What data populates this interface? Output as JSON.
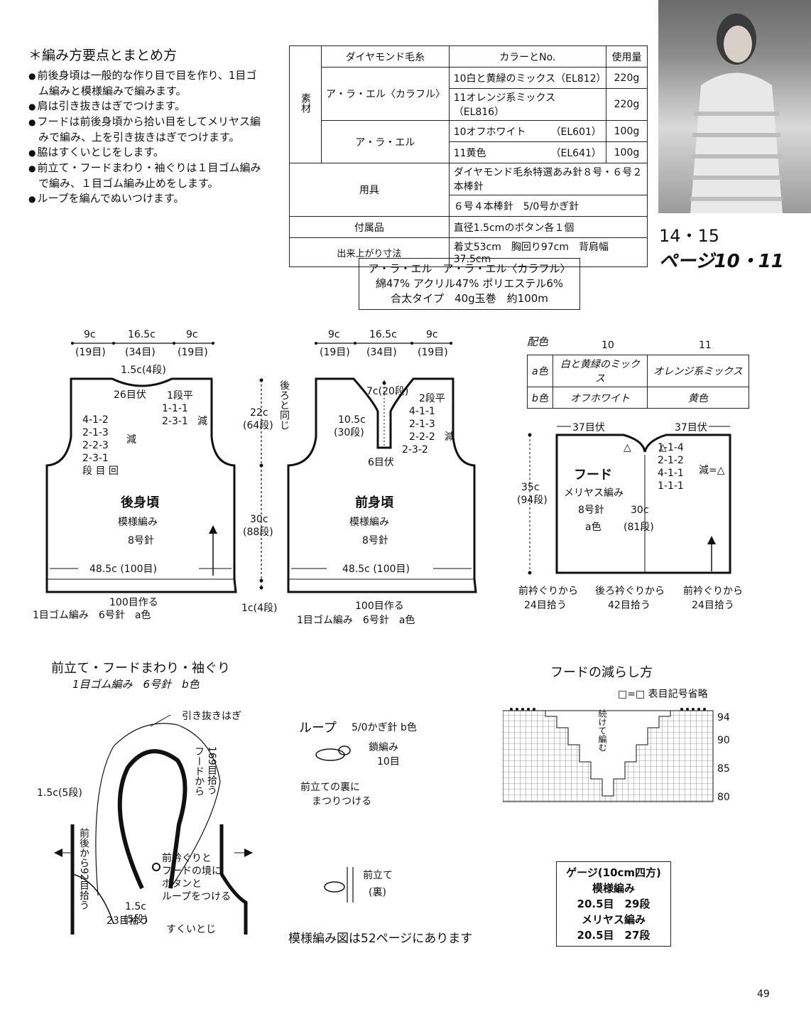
{
  "notes": {
    "title": "＊編み方要点とまとめ方",
    "items": [
      "前後身頃は一般的な作り目で目を作り、1目ゴム編みと模様編みで編みます。",
      "肩は引き抜きはぎでつけます。",
      "フードは前後身頃から拾い目をしてメリヤス編みで編み、上を引き抜きはぎでつけます。",
      "脇はすくいとじをします。",
      "前立て・フードまわり・袖ぐりは１目ゴム編みで編み、１目ゴム編み止めをします。",
      "ループを編んでぬいつけます。"
    ]
  },
  "materials": {
    "head_yarn": "ダイヤモンド毛糸",
    "head_color": "カラーとNo.",
    "head_qty": "使用量",
    "side_label": "素材",
    "yarn1": "ア・ラ・エル〈カラフル〉",
    "yarn1_c1": "10白と黄緑のミックス（EL812）",
    "yarn1_q1": "220g",
    "yarn1_c2": "11オレンジ系ミックス　（EL816）",
    "yarn1_q2": "220g",
    "yarn2": "ア・ラ・エル",
    "yarn2_c1": "10オフホワイト　　　（EL601）",
    "yarn2_q1": "100g",
    "yarn2_c2": "11黄色　　　　　　　（EL641）",
    "yarn2_q2": "100g",
    "tools_label": "用具",
    "tools_1": "ダイヤモンド毛糸特選あみ針８号・６号２本棒針",
    "tools_2": "６号４本棒針　5/0号かぎ針",
    "acc_label": "付属品",
    "acc_value": "直径1.5cmのボタン各１個",
    "size_label": "出来上がり寸法",
    "size_value": "着丈53cm　胸回り97cm　背肩幅37.5cm"
  },
  "page_ref": {
    "line1": "14・15",
    "line2": "ページ10・11"
  },
  "yarn_info": {
    "line1": "ア・ラ・エル　ア・ラ・エル〈カラフル〉",
    "line2": "綿47%  アクリル47%  ポリエステル6%",
    "line3": "合太タイプ　40g玉巻　約100m"
  },
  "color_table": {
    "title": "配色",
    "h10": "10",
    "h11": "11",
    "a": "a色",
    "a10": "白と黄緑のミックス",
    "a11": "オレンジ系ミックス",
    "b": "b色",
    "b10": "オフホワイト",
    "b11": "黄色"
  },
  "back": {
    "top_l": "9c",
    "top_lm": "(19目)",
    "top_c": "16.5c",
    "top_cm": "(34目)",
    "top_r": "9c",
    "top_rm": "(19目)",
    "neck": "1.5c(4段)",
    "fus": "26目伏",
    "r1": "1段平",
    "r2": "1-1-1",
    "r3": "2-3-1",
    "gen": "減",
    "d1": "4-1-2",
    "d2": "2-1-3",
    "d3": "2-2-3",
    "d4": "2-3-1",
    "d5": "段 目 回",
    "gen2": "減",
    "name": "後身頃",
    "pat": "模様編み",
    "needle": "8号針",
    "width": "48.5c (100目)",
    "cast": "100目作る",
    "rib": "1目ゴム編み　6号針　a色"
  },
  "mid": {
    "h1": "22c",
    "h1m": "(64段)",
    "h2": "30c",
    "h2m": "(88段)",
    "h3": "1c(4段)",
    "same": "後ろと同じ"
  },
  "front": {
    "top_l": "9c",
    "top_lm": "(19目)",
    "top_c": "16.5c",
    "top_cm": "(34目)",
    "top_r": "9c",
    "top_rm": "(19目)",
    "neck": "7c(20段)",
    "r0": "2段平",
    "r1": "4-1-1",
    "r2": "2-1-3",
    "r3": "2-2-2",
    "r4": "2-3-2",
    "gen": "減",
    "slit": "10.5c",
    "slitm": "(30段)",
    "fus": "6目伏",
    "name": "前身頃",
    "pat": "模様編み",
    "needle": "8号針",
    "width": "48.5c (100目)",
    "cast": "100目作る",
    "rib": "1目ゴム編み　6号針　a色"
  },
  "hood": {
    "top_l": "37目伏",
    "top_r": "37目伏",
    "d1": "1-1-4",
    "d2": "2-1-2",
    "d3": "4-1-1",
    "d4": "1-1-1",
    "gen": "減=△",
    "name": "フード",
    "pat": "メリヤス編み",
    "needle": "8号針",
    "color": "a色",
    "h": "35c",
    "hm": "(94段)",
    "w": "30c",
    "wm": "(81段)",
    "p1": "前衿ぐりから",
    "p1b": "24目拾う",
    "p2": "後ろ衿ぐりから",
    "p2b": "42目拾う",
    "p3": "前衿ぐりから",
    "p3b": "24目拾う"
  },
  "edge": {
    "title": "前立て・フードまわり・袖ぐり",
    "sub": "1目ゴム編み　6号針　b色",
    "hagi": "引き抜きはぎ",
    "hood_pick": "169目拾う",
    "hood_pick2": "フードから",
    "side_top": "1.5c(5段)",
    "side_pick": "前後から92目拾う",
    "front_pick": "23目拾う",
    "bottom": "1.5c",
    "bottom2": "(5段)",
    "btn1": "前衿ぐりと",
    "btn2": "フードの境に",
    "btn3": "ボタンと",
    "btn4": "ループをつける",
    "sukui": "すくいとじ"
  },
  "loop": {
    "title": "ループ",
    "hook": "5/0かぎ針 b色",
    "chain": "鎖編み",
    "chain2": "10目",
    "attach1": "前立ての裏に",
    "attach2": "まつりつける",
    "front1": "前立て",
    "front2": "(裏)"
  },
  "decrease": {
    "title": "フードの減らし方",
    "legend": "□=□ 表目記号省略",
    "cont": "続けて編む",
    "rows": [
      "94",
      "90",
      "85",
      "80"
    ]
  },
  "gauge": {
    "title": "ゲージ(10cm四方)",
    "l1": "模様編み",
    "l2": "20.5目　29段",
    "l3": "メリヤス編み",
    "l4": "20.5目　27段"
  },
  "pattern_note": "模様編み図は52ページにあります",
  "page_number": "49"
}
